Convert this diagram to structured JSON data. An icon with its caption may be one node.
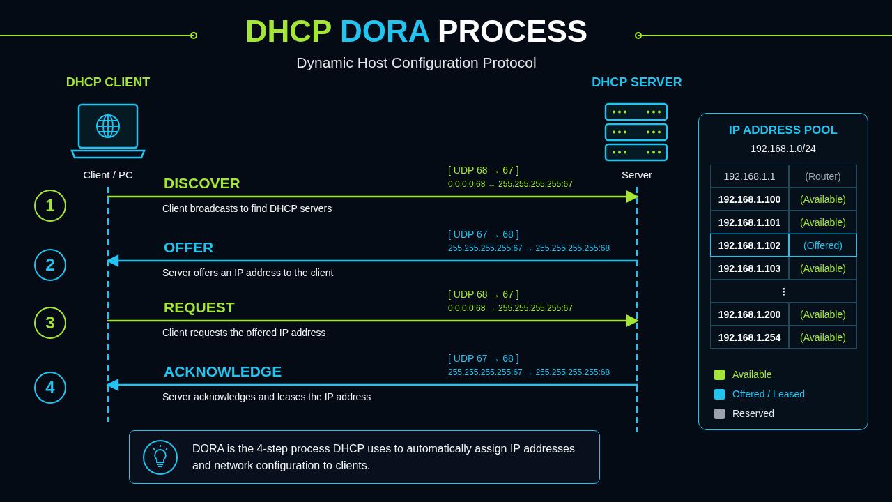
{
  "diagram": {
    "title": "DHCP DORA PROCESS",
    "nodes": [
      {
        "text": [
          "DHCP CLIENT",
          "Client / PC"
        ]
      },
      {
        "text": [
          "DHCP SERVER",
          "Server"
        ]
      },
      {
        "text": [
          "1"
        ]
      },
      {
        "text": [
          "2"
        ]
      },
      {
        "text": [
          "3"
        ]
      },
      {
        "text": [
          "4"
        ]
      },
      {
        "text": [
          "IP ADDRESS POOL",
          "192.168.1.0/24"
        ]
      },
      {
        "text": [
          "DORA is the 4-step process DHCP uses to automatically assign IP addresses and network configuration to clients."
        ]
      }
    ],
    "edges": [
      {
        "from": 0,
        "to": 1,
        "arrow": "to",
        "label": "DISCOVER",
        "color": "#a3e635"
      },
      {
        "from": 1,
        "to": 0,
        "arrow": "to",
        "label": "OFFER",
        "color": "#22c3ee"
      },
      {
        "from": 0,
        "to": 1,
        "arrow": "to",
        "label": "REQUEST",
        "color": "#a3e635"
      },
      {
        "from": 1,
        "to": 0,
        "arrow": "to",
        "label": "ACKNOWLEDGE",
        "color": "#22c3ee"
      }
    ],
    "labels": [
      "Dynamic Host Configuration Protocol",
      "[ UDP 68 → 67 ]",
      "0.0.0.0:68 → 255.255.255.255:67",
      "Client broadcasts to find DHCP servers",
      "[ UDP 67 → 68 ]",
      "255.255.255.255:67 → 255.255.255.255:68",
      "Server offers an IP address to the client",
      "[ UDP 68 → 67 ]",
      "0.0.0.0:68 → 255.255.255.255:67",
      "Client requests the offered IP address",
      "[ UDP 67 → 68 ]",
      "255.255.255.255:67 → 255.255.255.255:68",
      "Server acknowledges and leases the IP address",
      "192.168.1.1",
      "(Router)",
      "192.168.1.100",
      "(Available)",
      "192.168.1.101",
      "(Available)",
      "192.168.1.102",
      "(Offered)",
      "192.168.1.103",
      "(Available)",
      "⋮",
      "192.168.1.200",
      "(Available)",
      "192.168.1.254",
      "(Available)"
    ],
    "legend": [
      {
        "text": "Available",
        "color": "#a3e635"
      },
      {
        "text": "Offered / Leased",
        "color": "#22c3ee"
      },
      {
        "text": "Reserved",
        "color": "#9ca3af"
      }
    ]
  }
}
